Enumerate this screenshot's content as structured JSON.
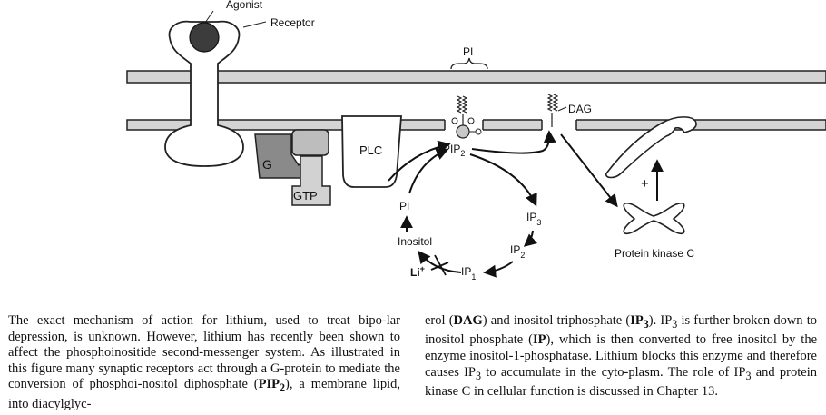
{
  "figure": {
    "labels": {
      "agonist": "Agonist",
      "receptor": "Receptor",
      "pi_top": "PI",
      "dag": "DAG",
      "plc": "PLC",
      "g": "G",
      "gtp": "GTP",
      "pip": "PIP",
      "pip_sub": "2",
      "ip": "IP",
      "ip3_sub": "3",
      "ip2_sub": "2",
      "ip1_sub": "1",
      "pi_cycle": "PI",
      "inositol": "Inositol",
      "li": "Li",
      "li_sup": "+",
      "plus": "+",
      "pkc": "Protein kinase C"
    }
  },
  "caption": {
    "left": {
      "t1": "The exact mechanism of action for lithium, used to treat bipo-lar depression, is unknown. However, lithium has recently been shown to affect the phosphoinositide second-messenger system. As illustrated in this figure many synaptic receptors act through a G-protein to mediate the conversion of phosphoi-nositol diphosphate (",
      "b1": "PIP",
      "b1_sub": "2",
      "b1_end": ")",
      "t2": ", a membrane lipid, into diacylglyc-"
    },
    "right": {
      "t1": "erol (",
      "b1": "DAG",
      "t2": ") and inositol triphosphate (",
      "b2": "IP",
      "b2_sub": "3",
      "t3": "). IP",
      "t3_sub": "3",
      "t4": " is further broken down to inositol phosphate (",
      "b3": "IP",
      "t5": "), which is then converted to free inositol by the enzyme inositol-1-phosphatase. Lithium blocks this enzyme and therefore causes IP",
      "t5_sub": "3",
      "t6": " to accumulate in the cyto-plasm. The role of IP",
      "t6_sub": "3",
      "t7": " and protein kinase C in cellular function is discussed in Chapter 13."
    }
  }
}
